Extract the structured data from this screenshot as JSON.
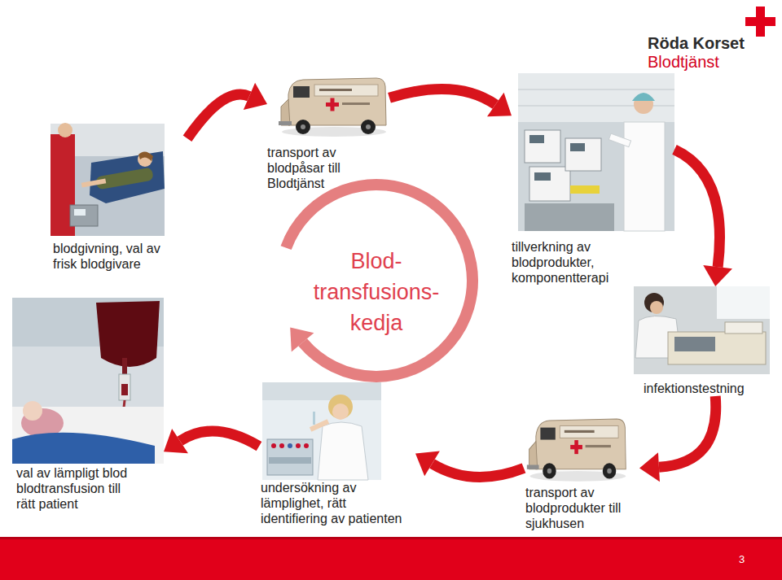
{
  "diagram": {
    "nodes": [
      {
        "text": [
          "blodgivning, val av frisk blodgivare"
        ]
      },
      {
        "text": [
          "transport av blodpåsar till Blodtjänst"
        ]
      },
      {
        "text": [
          "tillverkning av blodprodukter, komponentterapi"
        ]
      },
      {
        "text": [
          "infektionstestning"
        ]
      },
      {
        "text": [
          "transport av blodprodukter till sjukhusen"
        ]
      },
      {
        "text": [
          "undersökning av lämplighet, rätt identifiering av patienten"
        ]
      },
      {
        "text": [
          "val av lämpligt blod blodtransfusion till rätt patient"
        ]
      }
    ],
    "edges": [
      {
        "from": 0,
        "to": 1,
        "arrow": "to"
      },
      {
        "from": 1,
        "to": 2,
        "arrow": "to"
      },
      {
        "from": 2,
        "to": 3,
        "arrow": "to"
      },
      {
        "from": 3,
        "to": 4,
        "arrow": "to"
      },
      {
        "from": 4,
        "to": 5,
        "arrow": "to"
      },
      {
        "from": 5,
        "to": 6,
        "arrow": "to"
      }
    ],
    "labels": [
      "Röda Korset",
      "Blodtjänst",
      "Blod- transfusions- kedja",
      "3"
    ]
  }
}
